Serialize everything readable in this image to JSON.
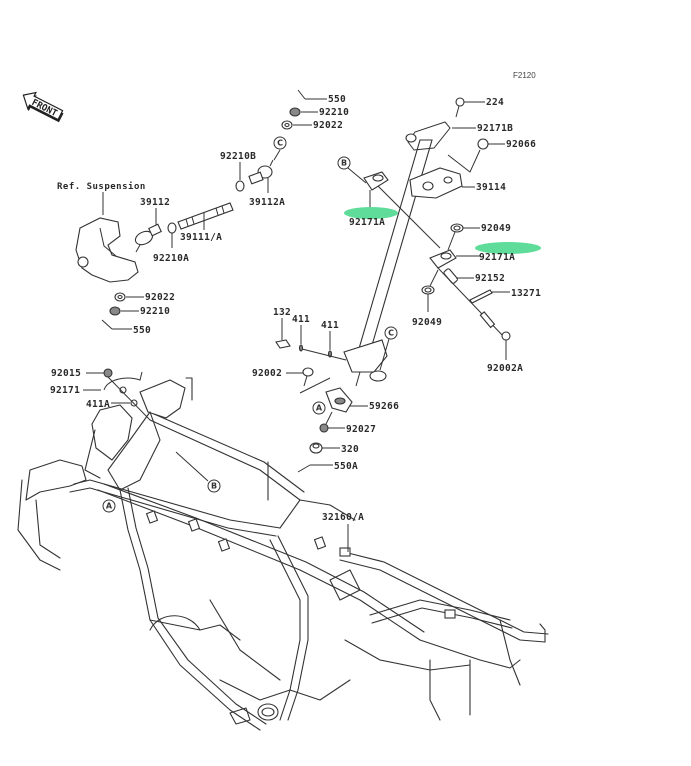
{
  "diagram": {
    "code": "F2120",
    "front_label": "FRONT",
    "reference_label": "Ref. Suspension",
    "highlight_color": "#5fdc9a",
    "parts": [
      {
        "id": "550-top",
        "label": "550"
      },
      {
        "id": "92210-top",
        "label": "92210"
      },
      {
        "id": "92022-top",
        "label": "92022"
      },
      {
        "id": "92210B",
        "label": "92210B"
      },
      {
        "id": "39112A",
        "label": "39112A"
      },
      {
        "id": "39112",
        "label": "39112"
      },
      {
        "id": "39111A",
        "label": "39111/A"
      },
      {
        "id": "92210A",
        "label": "92210A"
      },
      {
        "id": "92022-bottom",
        "label": "92022"
      },
      {
        "id": "92210-bottom",
        "label": "92210"
      },
      {
        "id": "550-bottom",
        "label": "550"
      },
      {
        "id": "224",
        "label": "224"
      },
      {
        "id": "92171B",
        "label": "92171B"
      },
      {
        "id": "92066",
        "label": "92066"
      },
      {
        "id": "39114",
        "label": "39114"
      },
      {
        "id": "92171A-left",
        "label": "92171A",
        "highlighted": true
      },
      {
        "id": "92049-top",
        "label": "92049"
      },
      {
        "id": "92171A-right",
        "label": "92171A",
        "highlighted": true
      },
      {
        "id": "92152",
        "label": "92152"
      },
      {
        "id": "13271",
        "label": "13271"
      },
      {
        "id": "92049-bottom",
        "label": "92049"
      },
      {
        "id": "92002A",
        "label": "92002A"
      },
      {
        "id": "132",
        "label": "132"
      },
      {
        "id": "411-left",
        "label": "411"
      },
      {
        "id": "411-right",
        "label": "411"
      },
      {
        "id": "92002",
        "label": "92002"
      },
      {
        "id": "59266",
        "label": "59266"
      },
      {
        "id": "92027",
        "label": "92027"
      },
      {
        "id": "320",
        "label": "320"
      },
      {
        "id": "550A",
        "label": "550A"
      },
      {
        "id": "92015",
        "label": "92015"
      },
      {
        "id": "92171",
        "label": "92171"
      },
      {
        "id": "411A",
        "label": "411A"
      },
      {
        "id": "32160A",
        "label": "32160/A"
      }
    ],
    "callouts": {
      "A": "A",
      "B": "B",
      "C": "C"
    }
  }
}
